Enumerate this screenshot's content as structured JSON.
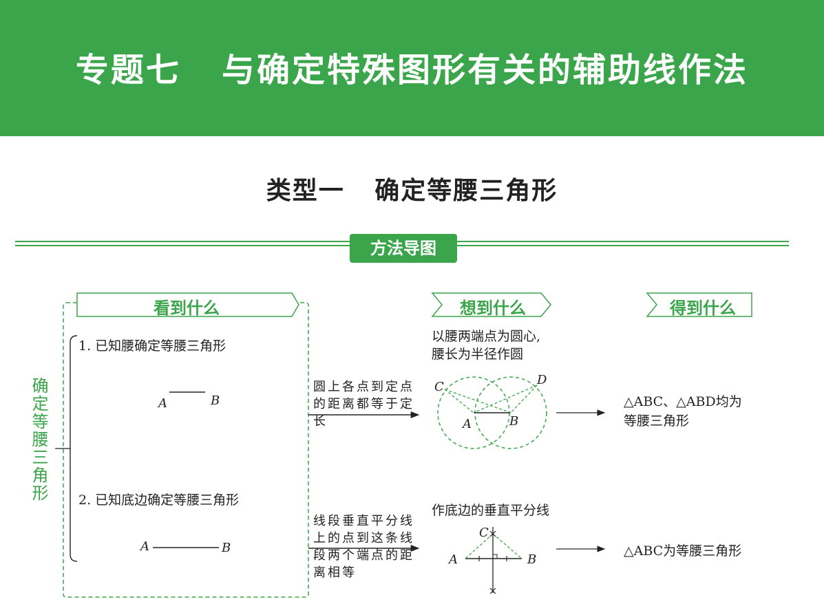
{
  "banner": {
    "title": "专题七   与确定特殊图形有关的辅助线作法"
  },
  "section": {
    "title": "类型一   确定等腰三角形"
  },
  "method": {
    "label": "方法导图"
  },
  "headers": {
    "see": "看到什么",
    "think": "想到什么",
    "get": "得到什么"
  },
  "side_label": "确定等腰三角形",
  "case1": {
    "title": "1. 已知腰确定等腰三角形",
    "point_a": "A",
    "point_b": "B",
    "arrow_text": "圆上各点到定点的距离都等于定长",
    "think_text": "以腰两端点为圆心,\n腰长为半径作圆",
    "fig_c": "C",
    "fig_d": "D",
    "fig_a": "A",
    "fig_b": "B",
    "result": "△ABC、△ABD均为\n等腰三角形"
  },
  "case2": {
    "title": "2. 已知底边确定等腰三角形",
    "point_a": "A",
    "point_b": "B",
    "arrow_text": "线段垂直平分线上的点到这条线段两个端点的距离相等",
    "think_text": "作底边的垂直平分线",
    "fig_c": "C",
    "fig_a": "A",
    "fig_b": "B",
    "result": "△ABC为等腰三角形"
  },
  "colors": {
    "accent": "#3aa54a"
  }
}
